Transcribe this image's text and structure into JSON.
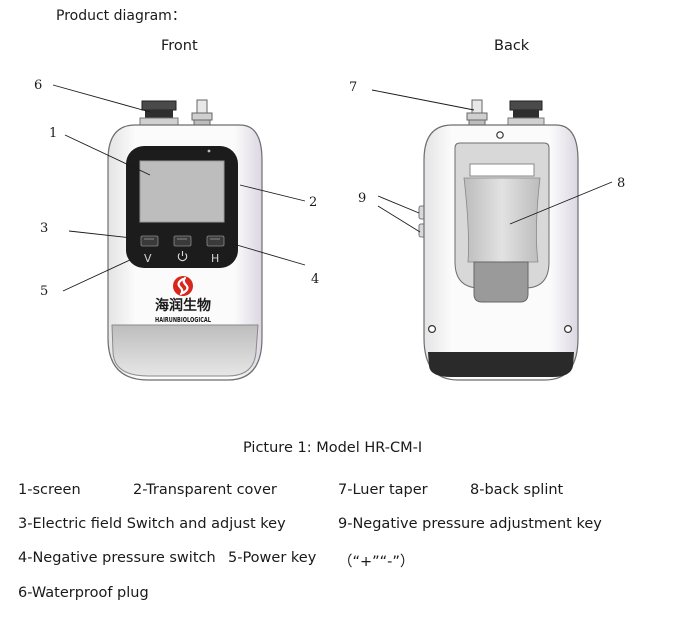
{
  "heading": "Product diagram：",
  "views": {
    "front": "Front",
    "back": "Back"
  },
  "callouts": [
    "1",
    "2",
    "3",
    "4",
    "5",
    "6",
    "7",
    "8",
    "9"
  ],
  "device": {
    "keys": [
      "V",
      "H"
    ],
    "brand_cn": "海润生物",
    "brand_en": "HAIRUNBIOLOGICAL"
  },
  "caption": "Picture 1:    Model HR-CM-I",
  "legend": {
    "item1": "1-screen",
    "item2": "2-Transparent cover",
    "item7": "7-Luer taper",
    "item8": "8-back splint",
    "item3": "3-Electric field Switch and adjust key",
    "item9": "9-Negative pressure adjustment key",
    "item4": "4-Negative pressure switch",
    "item5": "5-Power key",
    "note": "（“+”“-”）",
    "item6": "6-Waterproof plug"
  },
  "colors": {
    "logo_red": "#d9261c",
    "screen_frame": "#1c1c1c",
    "screen": "#bdbdbd",
    "body_outline": "#6e6e6e",
    "ink": "#1a1a1a"
  }
}
